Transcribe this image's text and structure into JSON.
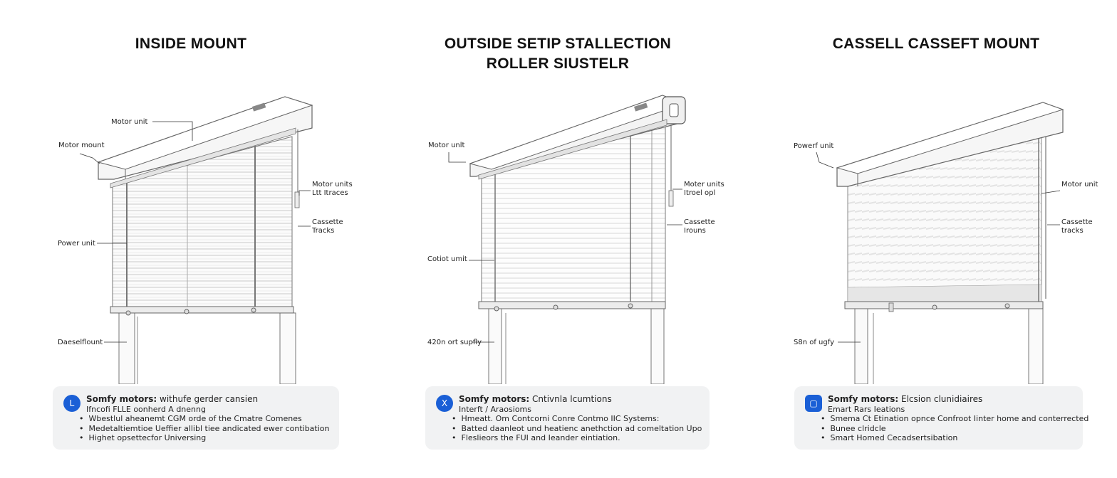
{
  "panels": [
    {
      "title_lines": [
        "INSIDE MOUNT"
      ],
      "labels": {
        "motor_unit": "Motor unit",
        "motor_mount": "Motor mount",
        "motor_units_1": "Motor units",
        "motor_units_2": "Ltt Itraces",
        "cassette_1": "Cassette",
        "cassette_2": "Tracks",
        "power_unit": "Power unit",
        "bottom_mount": "Daeselflount"
      },
      "info": {
        "icon": "check-circle-icon",
        "icon_glyph": "L",
        "heading_bold": "Somfy motors:",
        "heading_rest": " withufe gerder cansien",
        "subheading": "Ifncofi FLLE oonherd A dnenng",
        "bullets": [
          "Wbestlul aheanemt CGM orde of the Cmatre Comenes",
          "Medetaltiemtioe Ueffier allibl tiee andicated ewer contibation",
          "Highet opsettecfor Universing"
        ]
      }
    },
    {
      "title_lines": [
        "OUTSIDE SETIP STALLECTION",
        "ROLLER SIUSTELR"
      ],
      "labels": {
        "motor_unit": "Motor unlt",
        "motor_units_1": "Moter units",
        "motor_units_2": "Itroel opl",
        "cassette_1": "Cassette",
        "cassette_2": "Irouns",
        "control_unit": "Cotiot umit",
        "supply": "420n ort supfly"
      },
      "info": {
        "icon": "x-circle-icon",
        "icon_glyph": "X",
        "heading_bold": "Somfy motors:",
        "heading_rest": " Cntivnla lcumtions",
        "subheading": "Interft / Araosioms",
        "bullets": [
          "Hmeatt. Om Contcorni Conre Contmo IIC Systems:",
          "Batted daanleot und heatienc anethction ad comeltation Upo",
          "Fleslieors the FUI and Ieander eintiation."
        ]
      }
    },
    {
      "title_lines": [
        "CASSELL CASSEFT MOUNT"
      ],
      "labels": {
        "power_unit": "Powerf unit",
        "motor_unit": "Motor unit",
        "cassette_1": "Cassette",
        "cassette_2": "tracks",
        "supply": "S8n of ugfy"
      },
      "info": {
        "icon": "tablet-icon",
        "icon_glyph": "▢",
        "heading_bold": "Somfy motors:",
        "heading_rest": " Elcsion clunidiaires",
        "subheading": "Emart Rars Ieations",
        "bullets": [
          "Smema Ct Etination opnce Confroot Iinter home and conterrected",
          "Bunee clridcle",
          "Smart Homed Cecadsertsibation"
        ]
      }
    }
  ],
  "colors": {
    "badge": "#1a5fd6",
    "box_bg": "#f1f2f3",
    "outline": "#555555"
  }
}
